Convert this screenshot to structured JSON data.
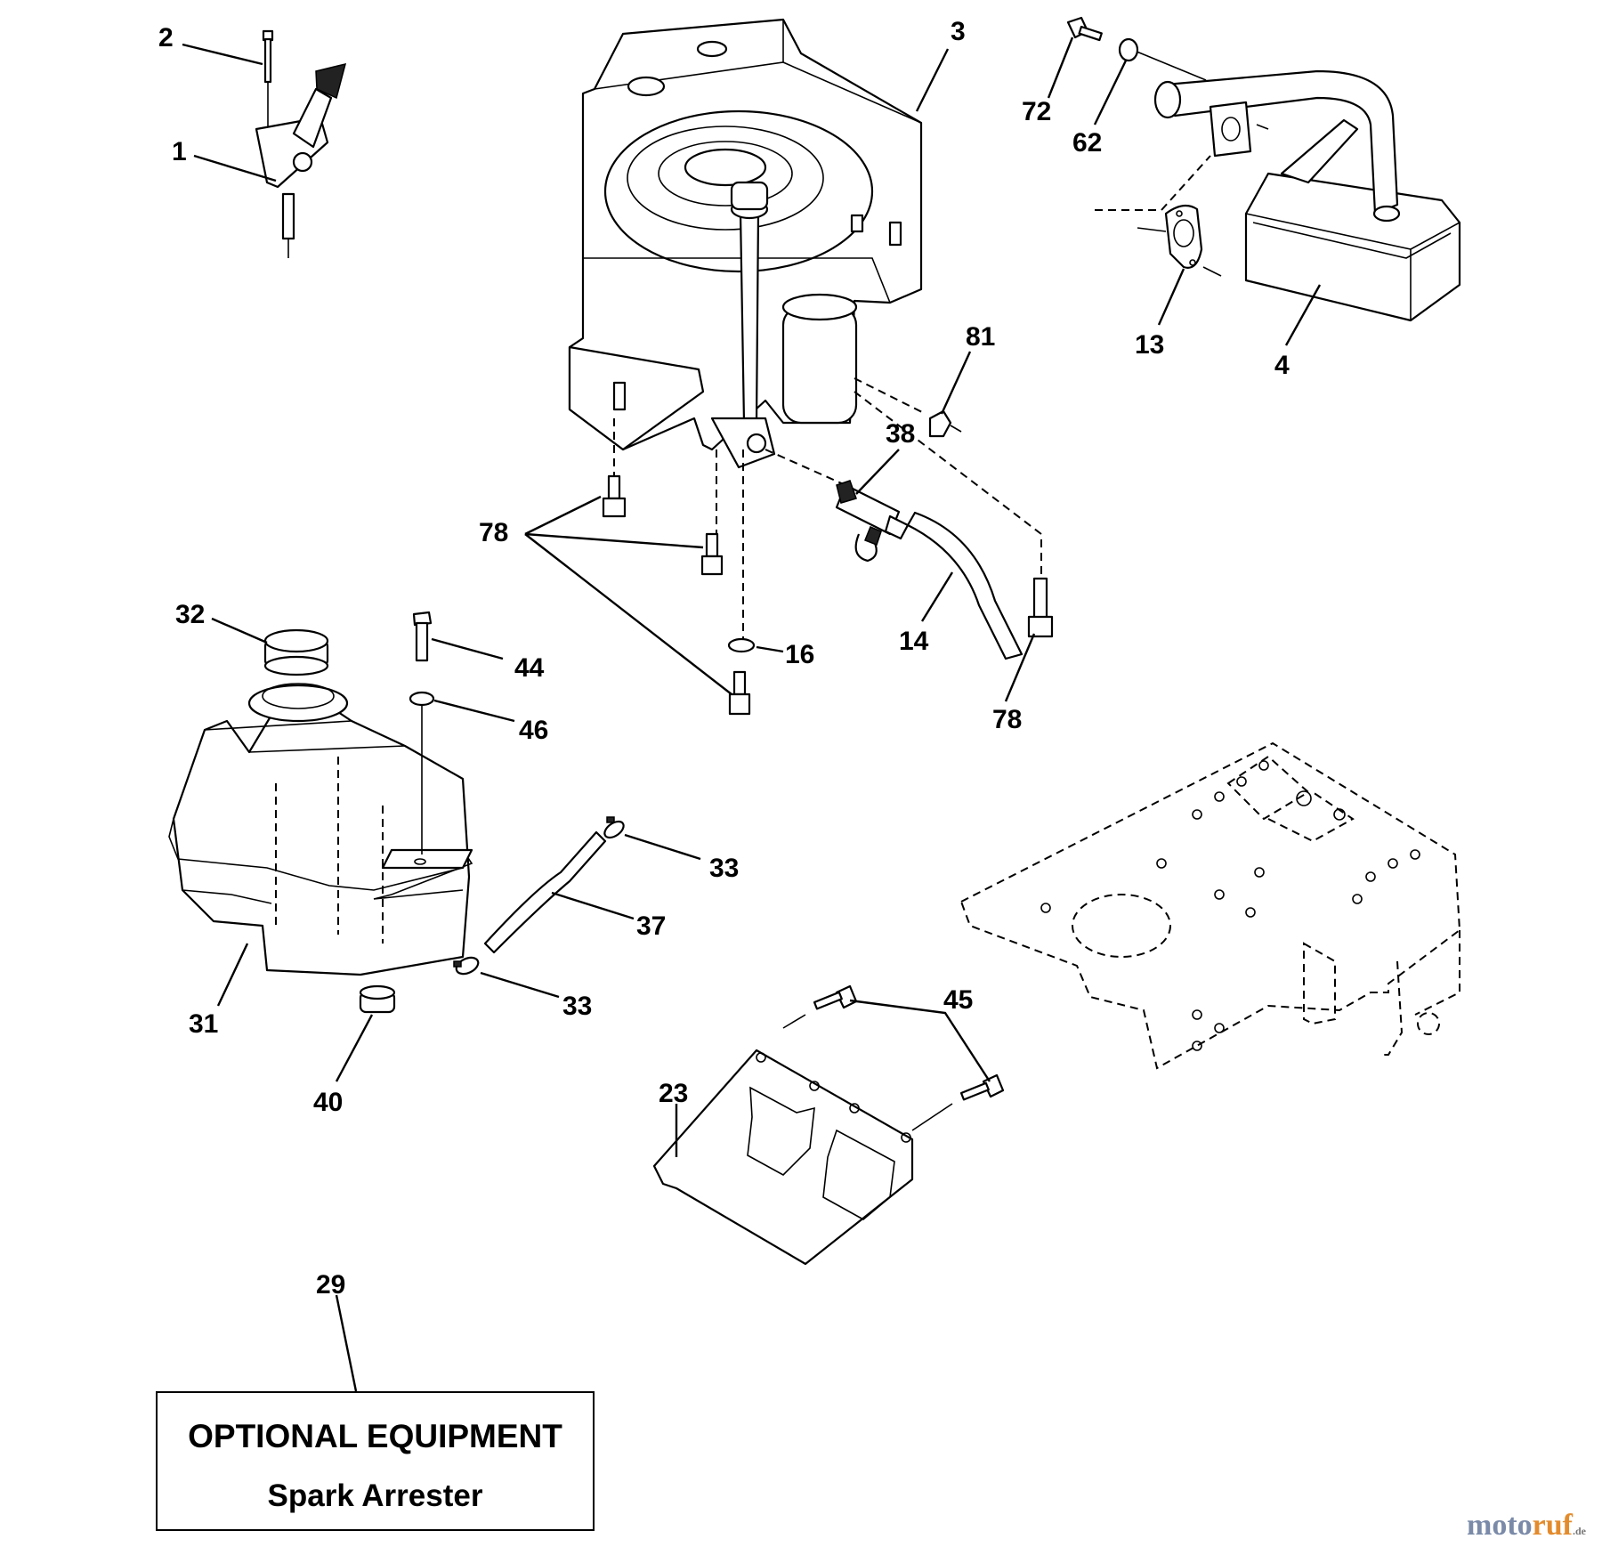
{
  "diagram": {
    "callouts": [
      {
        "id": "c1",
        "label": "1"
      },
      {
        "id": "c2",
        "label": "2"
      },
      {
        "id": "c3",
        "label": "3"
      },
      {
        "id": "c72",
        "label": "72"
      },
      {
        "id": "c62",
        "label": "62"
      },
      {
        "id": "c13",
        "label": "13"
      },
      {
        "id": "c4",
        "label": "4"
      },
      {
        "id": "c81",
        "label": "81"
      },
      {
        "id": "c38",
        "label": "38"
      },
      {
        "id": "c78a",
        "label": "78"
      },
      {
        "id": "c78b",
        "label": "78"
      },
      {
        "id": "c14",
        "label": "14"
      },
      {
        "id": "c16",
        "label": "16"
      },
      {
        "id": "c32",
        "label": "32"
      },
      {
        "id": "c44",
        "label": "44"
      },
      {
        "id": "c46",
        "label": "46"
      },
      {
        "id": "c33a",
        "label": "33"
      },
      {
        "id": "c37",
        "label": "37"
      },
      {
        "id": "c33b",
        "label": "33"
      },
      {
        "id": "c31",
        "label": "31"
      },
      {
        "id": "c40",
        "label": "40"
      },
      {
        "id": "c45",
        "label": "45"
      },
      {
        "id": "c23",
        "label": "23"
      },
      {
        "id": "c29",
        "label": "29"
      }
    ]
  },
  "optional_box": {
    "title": "OPTIONAL EQUIPMENT",
    "subtitle": "Spark Arrester"
  },
  "watermark": {
    "part_a": "moto",
    "part_b": "ruf",
    "suffix": ".de"
  }
}
